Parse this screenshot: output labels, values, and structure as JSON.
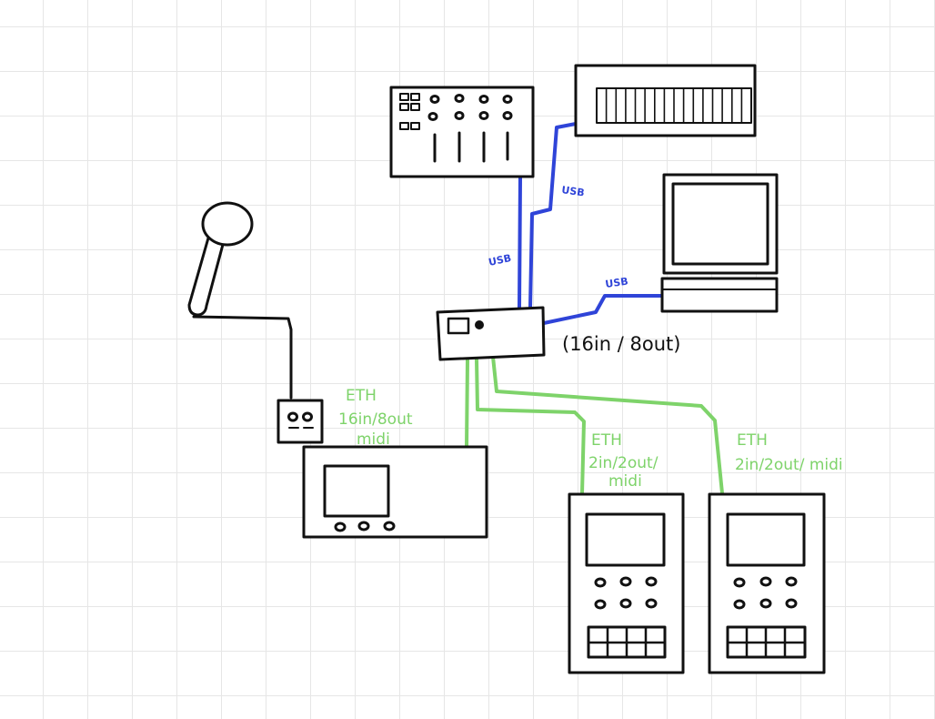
{
  "colors": {
    "ink": "#111111",
    "usb": "#2f44d8",
    "eth": "#7ed36a",
    "grid": "#e6e6e6"
  },
  "labels": {
    "usb_left": "USB",
    "usb_upper": "USB",
    "usb_right": "USB",
    "hub_io": "(16in / 8out)",
    "eth_mixer_1": "ETH",
    "eth_mixer_2": "16in/8out",
    "eth_mixer_3": "midi",
    "eth_handheld_a_1": "ETH",
    "eth_handheld_a_2": "2in/2out/",
    "eth_handheld_a_3": "midi",
    "eth_handheld_b_1": "ETH",
    "eth_handheld_b_2": "2in/2out/ midi"
  }
}
